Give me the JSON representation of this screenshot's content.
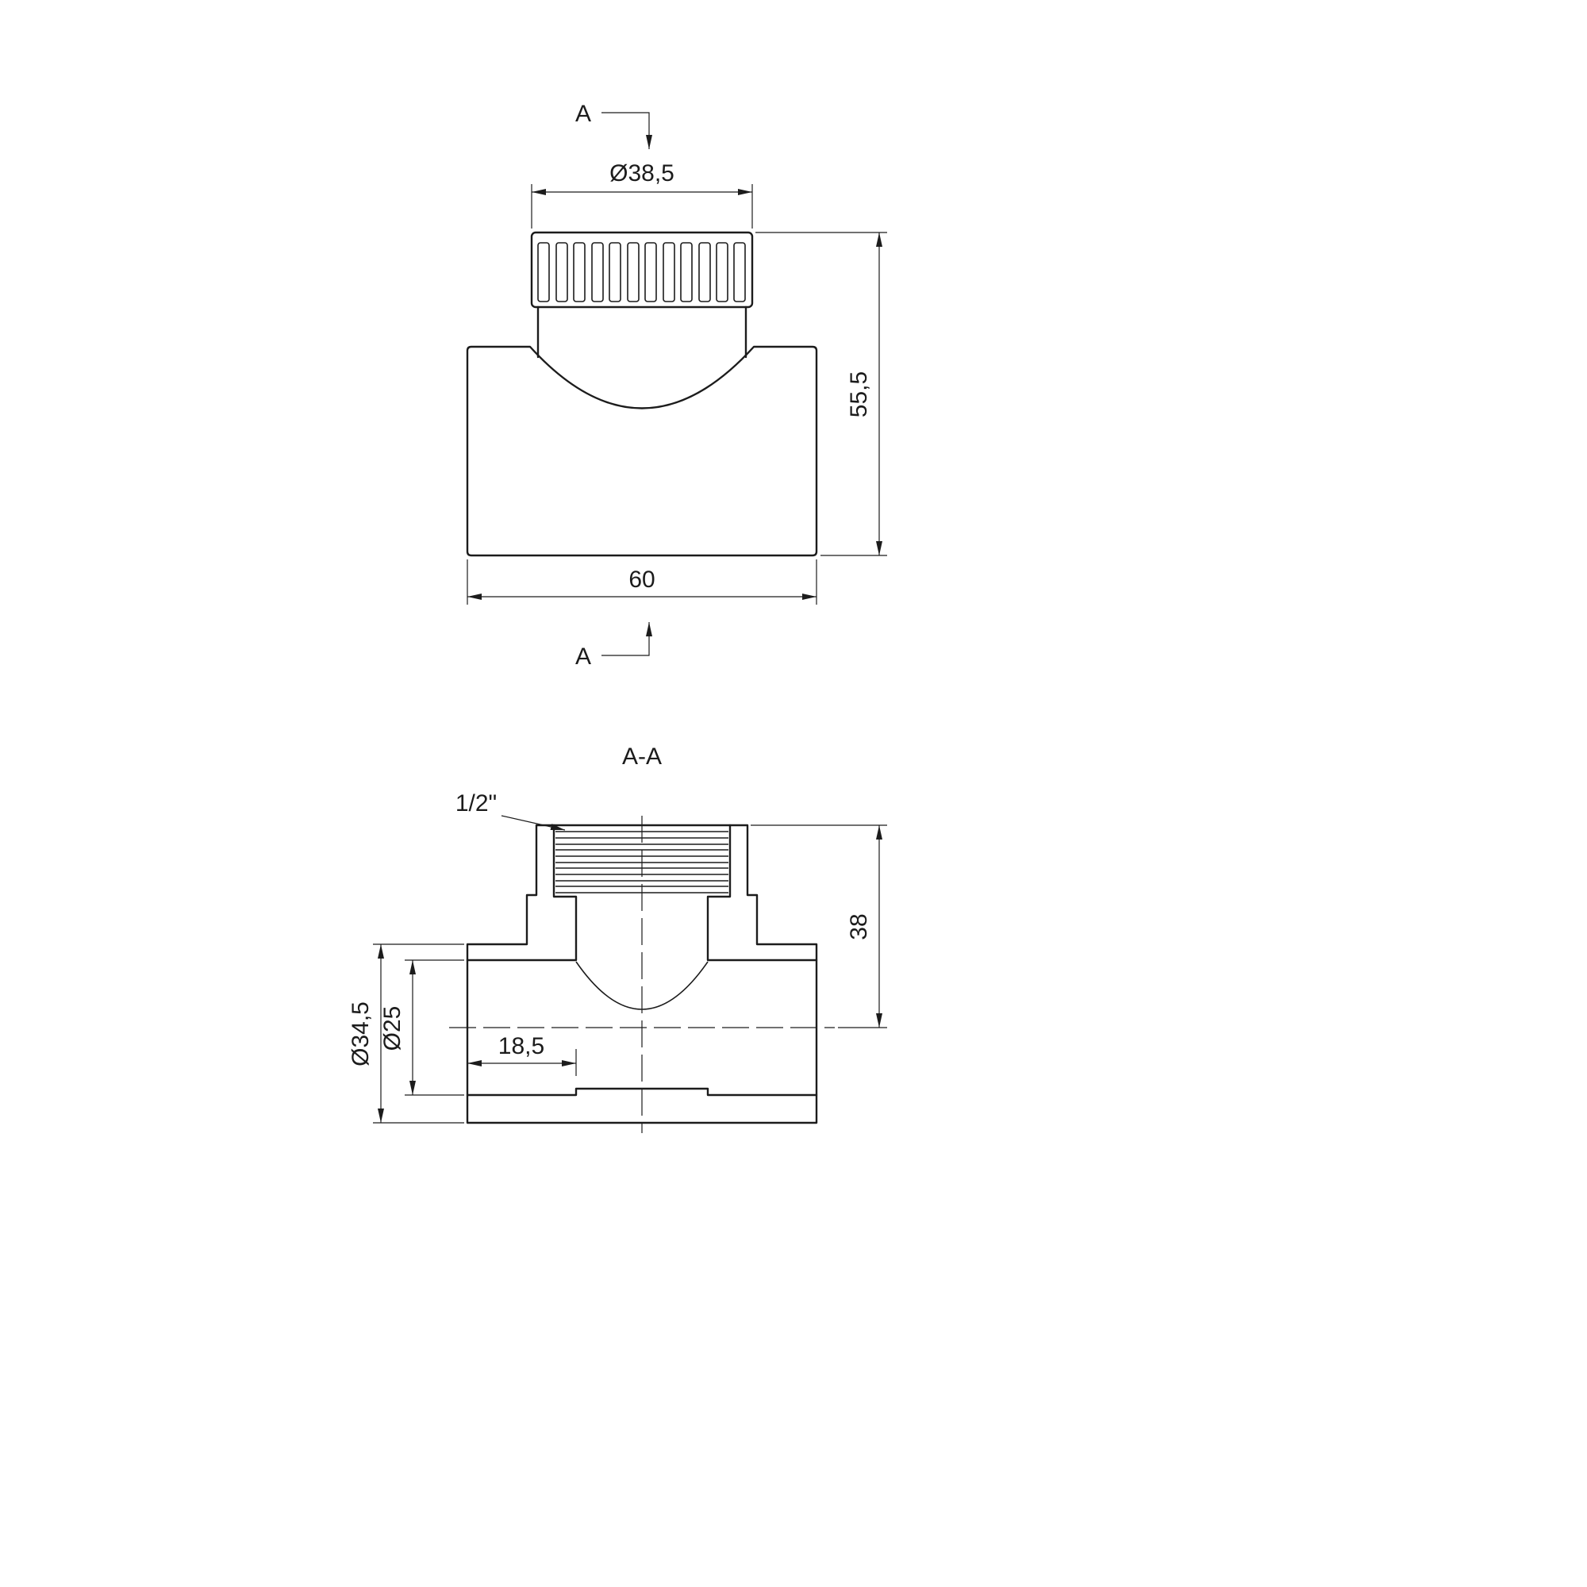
{
  "page": {
    "background_color": "#ffffff",
    "line_color": "#1c1c1c",
    "description": "Technical drawing of threaded PPR tee fitting, front view and section A-A"
  },
  "front_view": {
    "section_label_top": "A",
    "section_label_bottom": "A",
    "dim_cap_diameter": "Ø38,5",
    "dim_height": "55,5",
    "dim_width": "60"
  },
  "section_view": {
    "title": "A-A",
    "dim_thread": "1/2\"",
    "dim_branch_height": "38",
    "dim_outer_diameter": "Ø34,5",
    "dim_bore_diameter": "Ø25",
    "dim_socket_depth": "18,5"
  }
}
